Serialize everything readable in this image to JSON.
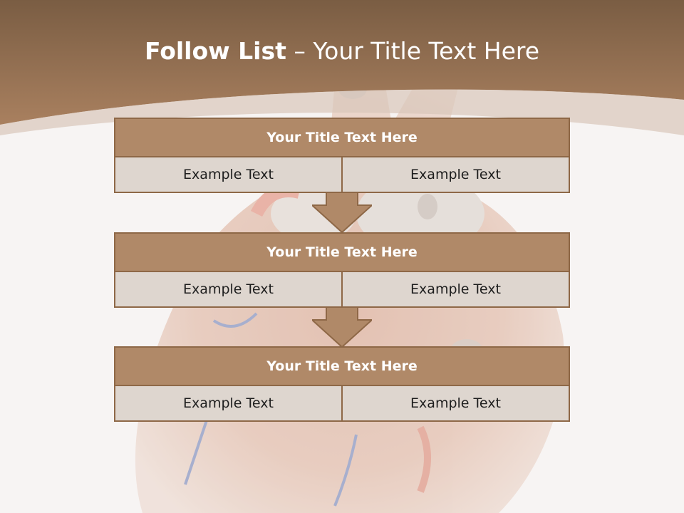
{
  "slide": {
    "title_strong": "Follow List",
    "title_rest": " – Your Title Text Here",
    "colors": {
      "header_band": "#9a7354",
      "accent": "#b08968",
      "cell": "#ded6cf",
      "border": "#8e6847"
    },
    "background_image": "heart-illustration"
  },
  "blocks": [
    {
      "title": "Your Title Text Here",
      "left": "Example Text",
      "right": "Example Text"
    },
    {
      "title": "Your Title Text Here",
      "left": "Example Text",
      "right": "Example Text"
    },
    {
      "title": "Your Title Text Here",
      "left": "Example Text",
      "right": "Example Text"
    }
  ]
}
